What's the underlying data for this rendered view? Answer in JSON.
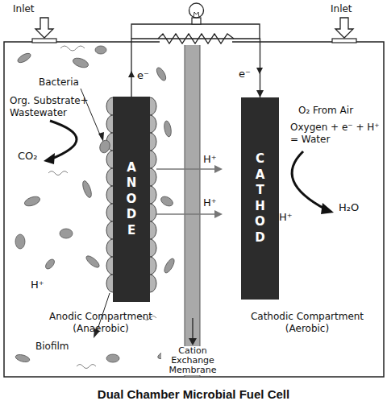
{
  "diagram": {
    "title": "Dual Chamber Microbial Fuel Cell",
    "nodes": [
      {
        "text": [
          "ANODE"
        ]
      },
      {
        "text": [
          "CATHOD"
        ]
      }
    ],
    "edges": [
      {
        "from": 0,
        "to": 1,
        "arrow": "to"
      }
    ],
    "labels": [
      "Inlet",
      "Inlet",
      "e⁻",
      "e⁻",
      "Bacteria",
      "Org. Substrate+ Wastewater",
      "O₂ From Air",
      "Oxygen + e⁻ + H⁺ = Water",
      "CO₂",
      "H⁺",
      "H⁺",
      "H⁺",
      "H₂O",
      "H⁺",
      "Anodic Compartment (Anaerobic)",
      "Cathodic Compartment (Aerobic)",
      "Biofilm",
      "Cation Exchange Membrane"
    ]
  }
}
